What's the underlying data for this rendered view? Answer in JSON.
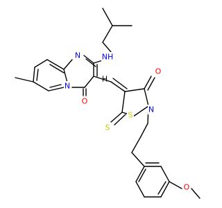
{
  "atoms": [
    {
      "id": "N_top",
      "text": "N",
      "color": "#0000ff"
    },
    {
      "id": "NH",
      "text": "NH",
      "color": "#0000ff"
    },
    {
      "id": "N_ring",
      "text": "N",
      "color": "#0000ff"
    },
    {
      "id": "O_keto1",
      "text": "O",
      "color": "#ff0000"
    },
    {
      "id": "O_keto2",
      "text": "O",
      "color": "#ff0000"
    },
    {
      "id": "S_ring",
      "text": "S",
      "color": "#cccc00"
    },
    {
      "id": "N_thiaz",
      "text": "N",
      "color": "#0000ff"
    },
    {
      "id": "S_thione",
      "text": "S",
      "color": "#cccc00"
    },
    {
      "id": "O_methoxy",
      "text": "O",
      "color": "#ff0000"
    }
  ],
  "stereo_label": {
    "text": "H"
  }
}
